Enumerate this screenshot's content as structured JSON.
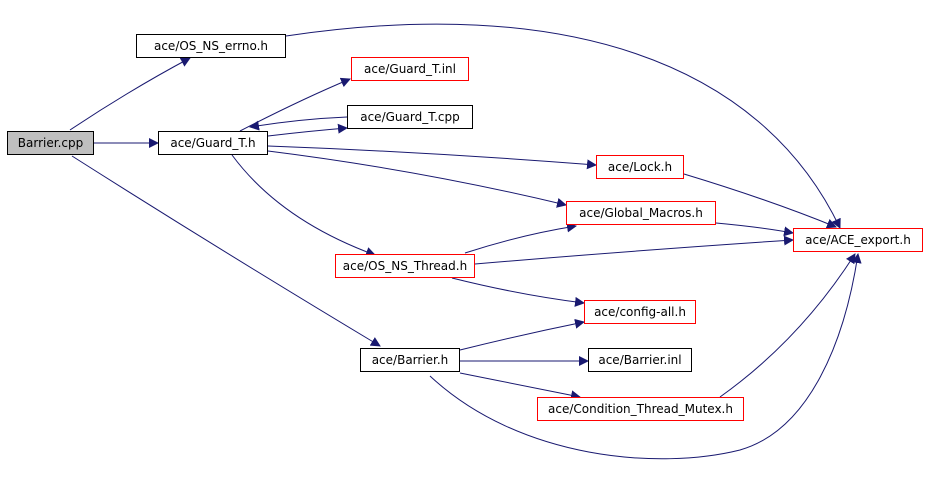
{
  "nodes": {
    "barrier_cpp": "Barrier.cpp",
    "os_ns_errno": "ace/OS_NS_errno.h",
    "guard_t_h": "ace/Guard_T.h",
    "guard_t_inl": "ace/Guard_T.inl",
    "guard_t_cpp": "ace/Guard_T.cpp",
    "lock_h": "ace/Lock.h",
    "global_macros": "ace/Global_Macros.h",
    "ace_export": "ace/ACE_export.h",
    "os_ns_thread": "ace/OS_NS_Thread.h",
    "config_all": "ace/config-all.h",
    "barrier_h": "ace/Barrier.h",
    "barrier_inl": "ace/Barrier.inl",
    "condition_thread_mutex": "ace/Condition_Thread_Mutex.h"
  },
  "colors": {
    "edge": "#191970",
    "root_fill": "#bfbfbf",
    "node_border": "#000000",
    "external_border": "#ff0000"
  }
}
